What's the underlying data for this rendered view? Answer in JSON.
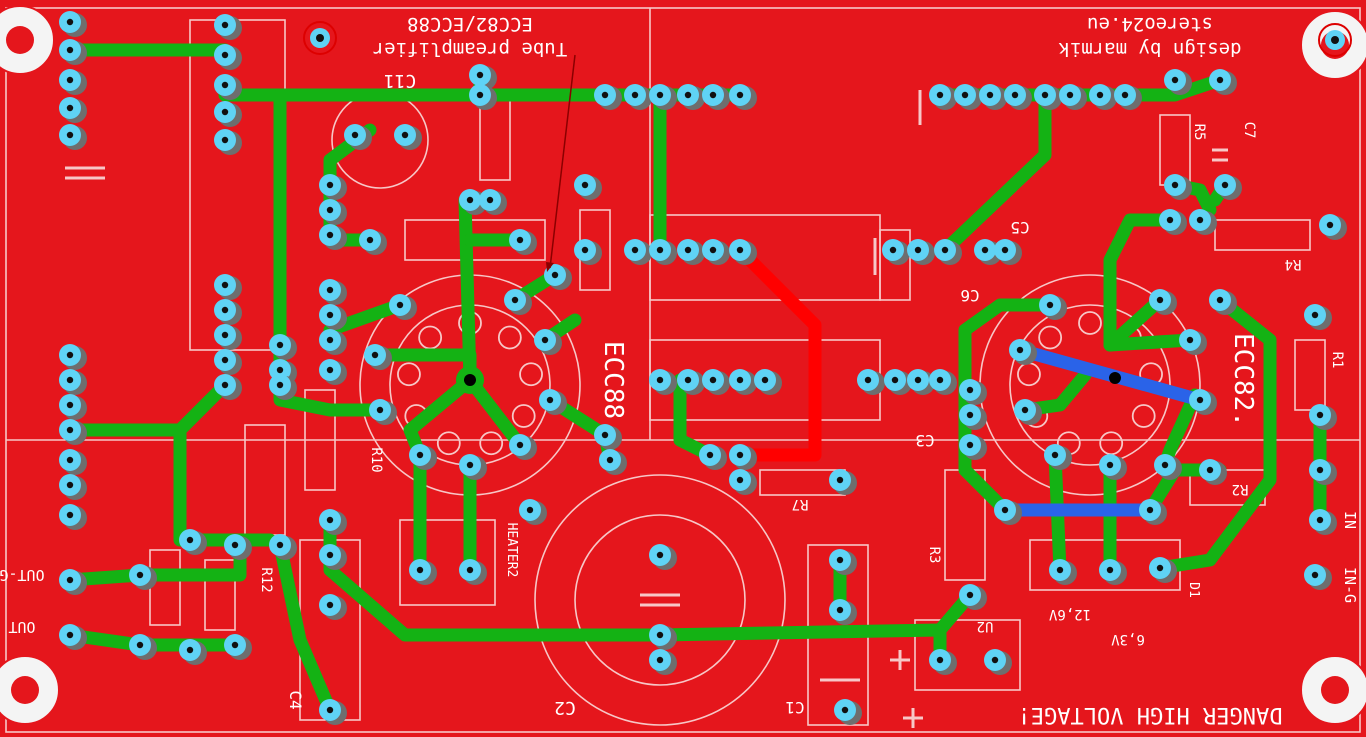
{
  "title_lines": [
    "ECC82/ECC88",
    "Tube preamplifier"
  ],
  "credit_lines": [
    "stereo24.eu",
    "design by marmik"
  ],
  "warning": "DANGER HIGH VOLTAGE!",
  "tube_labels": [
    "ECC88",
    "ECC82."
  ],
  "component_labels": [
    "C11",
    "C5",
    "C6",
    "C3",
    "C2",
    "C1",
    "C4",
    "C7",
    "R1",
    "R2",
    "R3",
    "R4",
    "R5",
    "R7",
    "R10",
    "R12",
    "U2",
    "D1"
  ],
  "connector_labels": [
    "OUT-G",
    "OUT",
    "IN",
    "IN-G"
  ],
  "heater_label": "HEATER2",
  "voltage_labels": [
    "6,3V",
    "12,6V"
  ],
  "colors": {
    "board": "#e5161c",
    "trace_green": "#14b214",
    "trace_red": "#ff0000",
    "trace_blue": "#2a63e8",
    "pad": "#5fd3f5",
    "silkscreen": "#ffffff"
  }
}
